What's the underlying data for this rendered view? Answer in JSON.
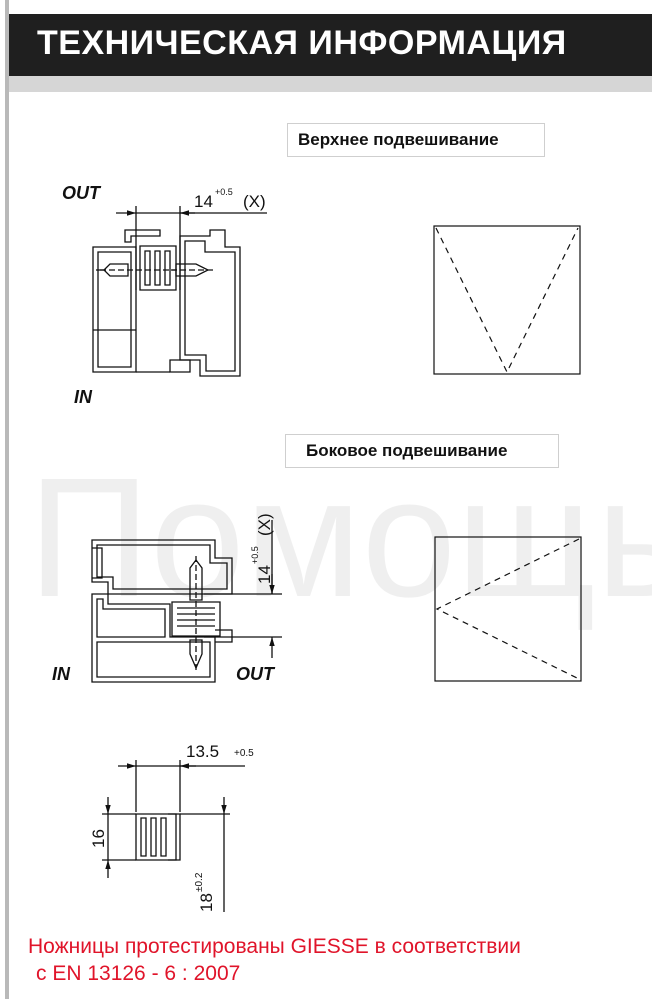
{
  "header": {
    "title": "ТЕХНИЧЕСКАЯ ИНФОРМАЦИЯ"
  },
  "sections": {
    "top_hanging": "Верхнее подвешивание",
    "side_hanging": "Боковое подвешивание"
  },
  "labels": {
    "out": "OUT",
    "in": "IN"
  },
  "dimensions": {
    "gap_top": {
      "value": "14",
      "tolerance": "+0.5",
      "suffix": "(X)"
    },
    "gap_side": {
      "value": "14",
      "tolerance": "+0.5",
      "suffix": "(X)"
    },
    "hinge_width": {
      "value": "13.5",
      "tolerance": "+0.5"
    },
    "hinge_height": {
      "value": "16"
    },
    "hinge_axis": {
      "value": "18",
      "tolerance": "±0.2"
    }
  },
  "watermark": "Помощь-",
  "footer": {
    "line1": "Ножницы протестированы GIESSE в соответствии",
    "line2": "с EN 13126 - 6 : 2007"
  },
  "colors": {
    "header_bg": "#1f1f1f",
    "footer_text": "#e0142a"
  }
}
